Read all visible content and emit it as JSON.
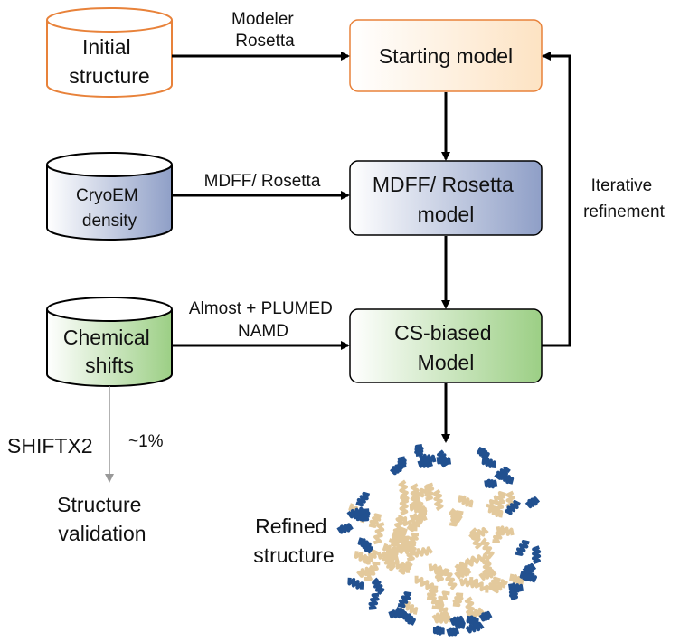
{
  "sources": {
    "initial": [
      "Initial",
      "structure"
    ],
    "cryoem": [
      "CryoEM",
      "density"
    ],
    "shifts": [
      "Chemical",
      "shifts"
    ]
  },
  "boxes": {
    "starting": "Starting model",
    "mdff": [
      "MDFF/ Rosetta",
      "model"
    ],
    "cs": [
      "CS-biased",
      "Model"
    ]
  },
  "arrow_labels": {
    "modeler": [
      "Modeler",
      "Rosetta"
    ],
    "mdff_rosetta": "MDFF/ Rosetta",
    "almost": [
      "Almost + PLUMED",
      "NAMD"
    ],
    "iterative": [
      "Iterative",
      "refinement"
    ],
    "shiftx2": "SHIFTX2",
    "percent": "~1%"
  },
  "outputs": {
    "validation": [
      "Structure",
      "validation"
    ],
    "refined": [
      "Refined",
      "structure"
    ]
  },
  "colors": {
    "orange_stroke": "#e8823a",
    "orange_fill": "#fde3c3",
    "blue_fill": "#8f9fc7",
    "green_fill": "#9ccf85",
    "protein_tan": "#e3c99c",
    "protein_blue": "#21508f"
  }
}
